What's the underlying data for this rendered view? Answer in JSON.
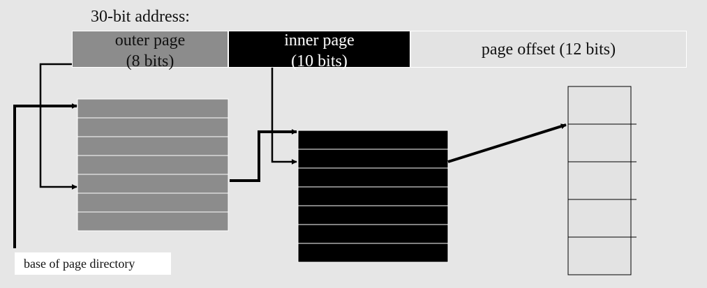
{
  "address": {
    "title": "30-bit address:",
    "fields": {
      "outer_line1": "outer page",
      "outer_line2": "(8 bits)",
      "inner_line1": "inner page",
      "inner_line2": "(10 bits)",
      "offset": "page offset (12 bits)"
    }
  },
  "base_label": "base of page directory",
  "tables": {
    "page_directory": {
      "entries": 7,
      "color": "#8c8c8c"
    },
    "page_table": {
      "entries": 7,
      "color": "#000000"
    },
    "page_frame": {
      "entries": 5,
      "color": "#e3e3e3"
    }
  },
  "colors": {
    "outer": "#8c8c8c",
    "inner": "#000000",
    "offset": "#e3e3e3",
    "background": "#e6e6e6",
    "arrow": "#000000"
  }
}
